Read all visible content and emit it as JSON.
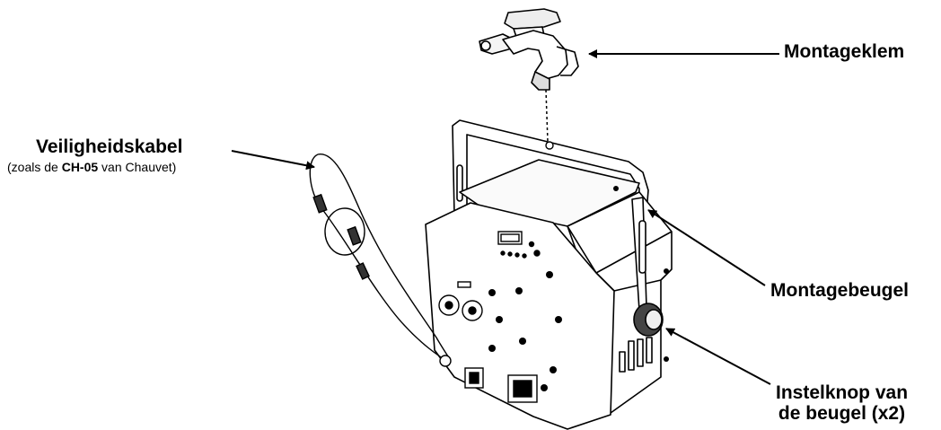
{
  "labels": {
    "mounting_clamp": "Montageklem",
    "safety_cable": "Veiligheidskabel",
    "safety_cable_note_prefix": "(zoals de ",
    "safety_cable_note_model": "CH-05",
    "safety_cable_note_suffix": " van Chauvet)",
    "mounting_bracket": "Montagebeugel",
    "knob_line1": "Instelknop van",
    "knob_line2": "de beugel (x2)"
  },
  "display": {
    "screen_text": ""
  }
}
